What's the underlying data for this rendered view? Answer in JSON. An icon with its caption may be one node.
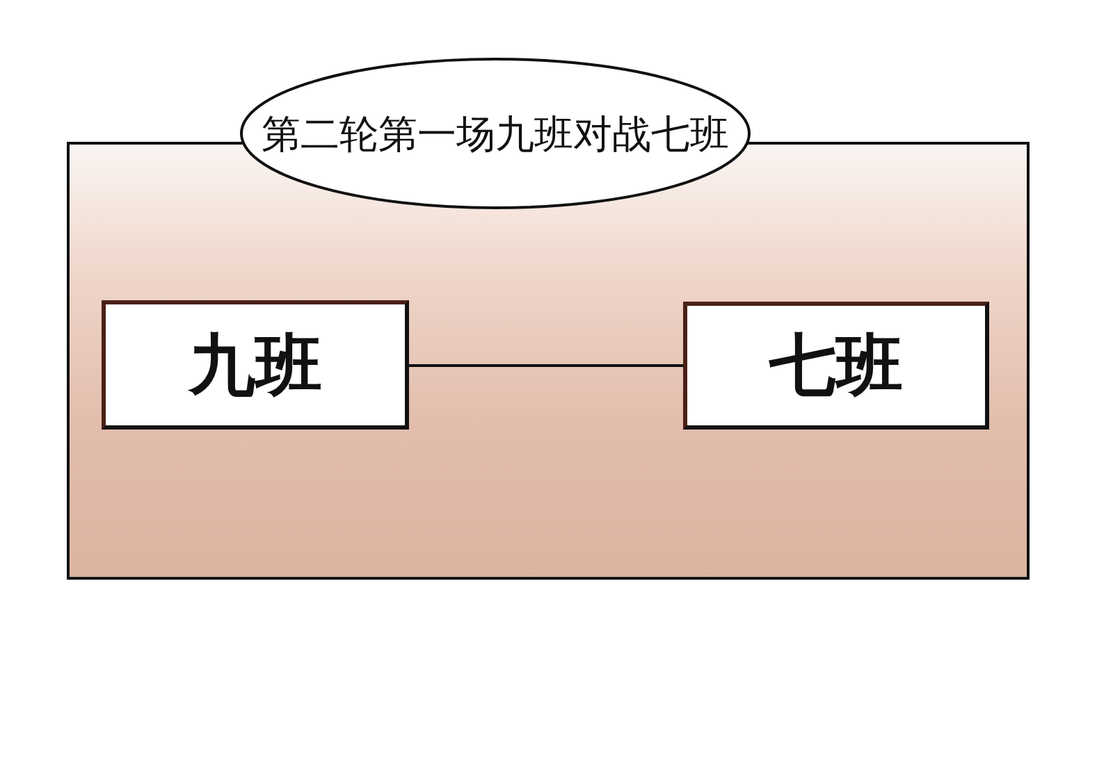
{
  "diagram": {
    "nodes": [
      {
        "text": [
          "第二轮第一场九班对战七班"
        ]
      },
      {
        "text": [],
        "shape": "box"
      },
      {
        "text": [
          "九班"
        ],
        "in": 1
      },
      {
        "text": [
          "七班"
        ],
        "in": 1
      }
    ],
    "edges": [
      {
        "from": 2,
        "to": 3,
        "arrow": "none"
      }
    ]
  }
}
